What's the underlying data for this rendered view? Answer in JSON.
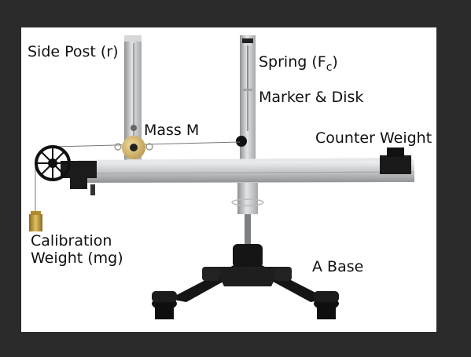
{
  "labels": {
    "side_post": "Side Post (r)",
    "spring_main": "Spring (F",
    "spring_sub": "c",
    "spring_close": ")",
    "marker_disk": "Marker & Disk",
    "mass_m": "Mass M",
    "counter_weight": "Counter Weight",
    "calibration_line1": "Calibration",
    "calibration_line2": "Weight (mg)",
    "base": "A Base"
  },
  "colors": {
    "page_background": "#2b2b2b",
    "panel_background": "#ffffff",
    "metal": "#c9cbcd",
    "metal_dark": "#8f9295",
    "black_part": "#151515",
    "brass": "#c8a95a"
  }
}
